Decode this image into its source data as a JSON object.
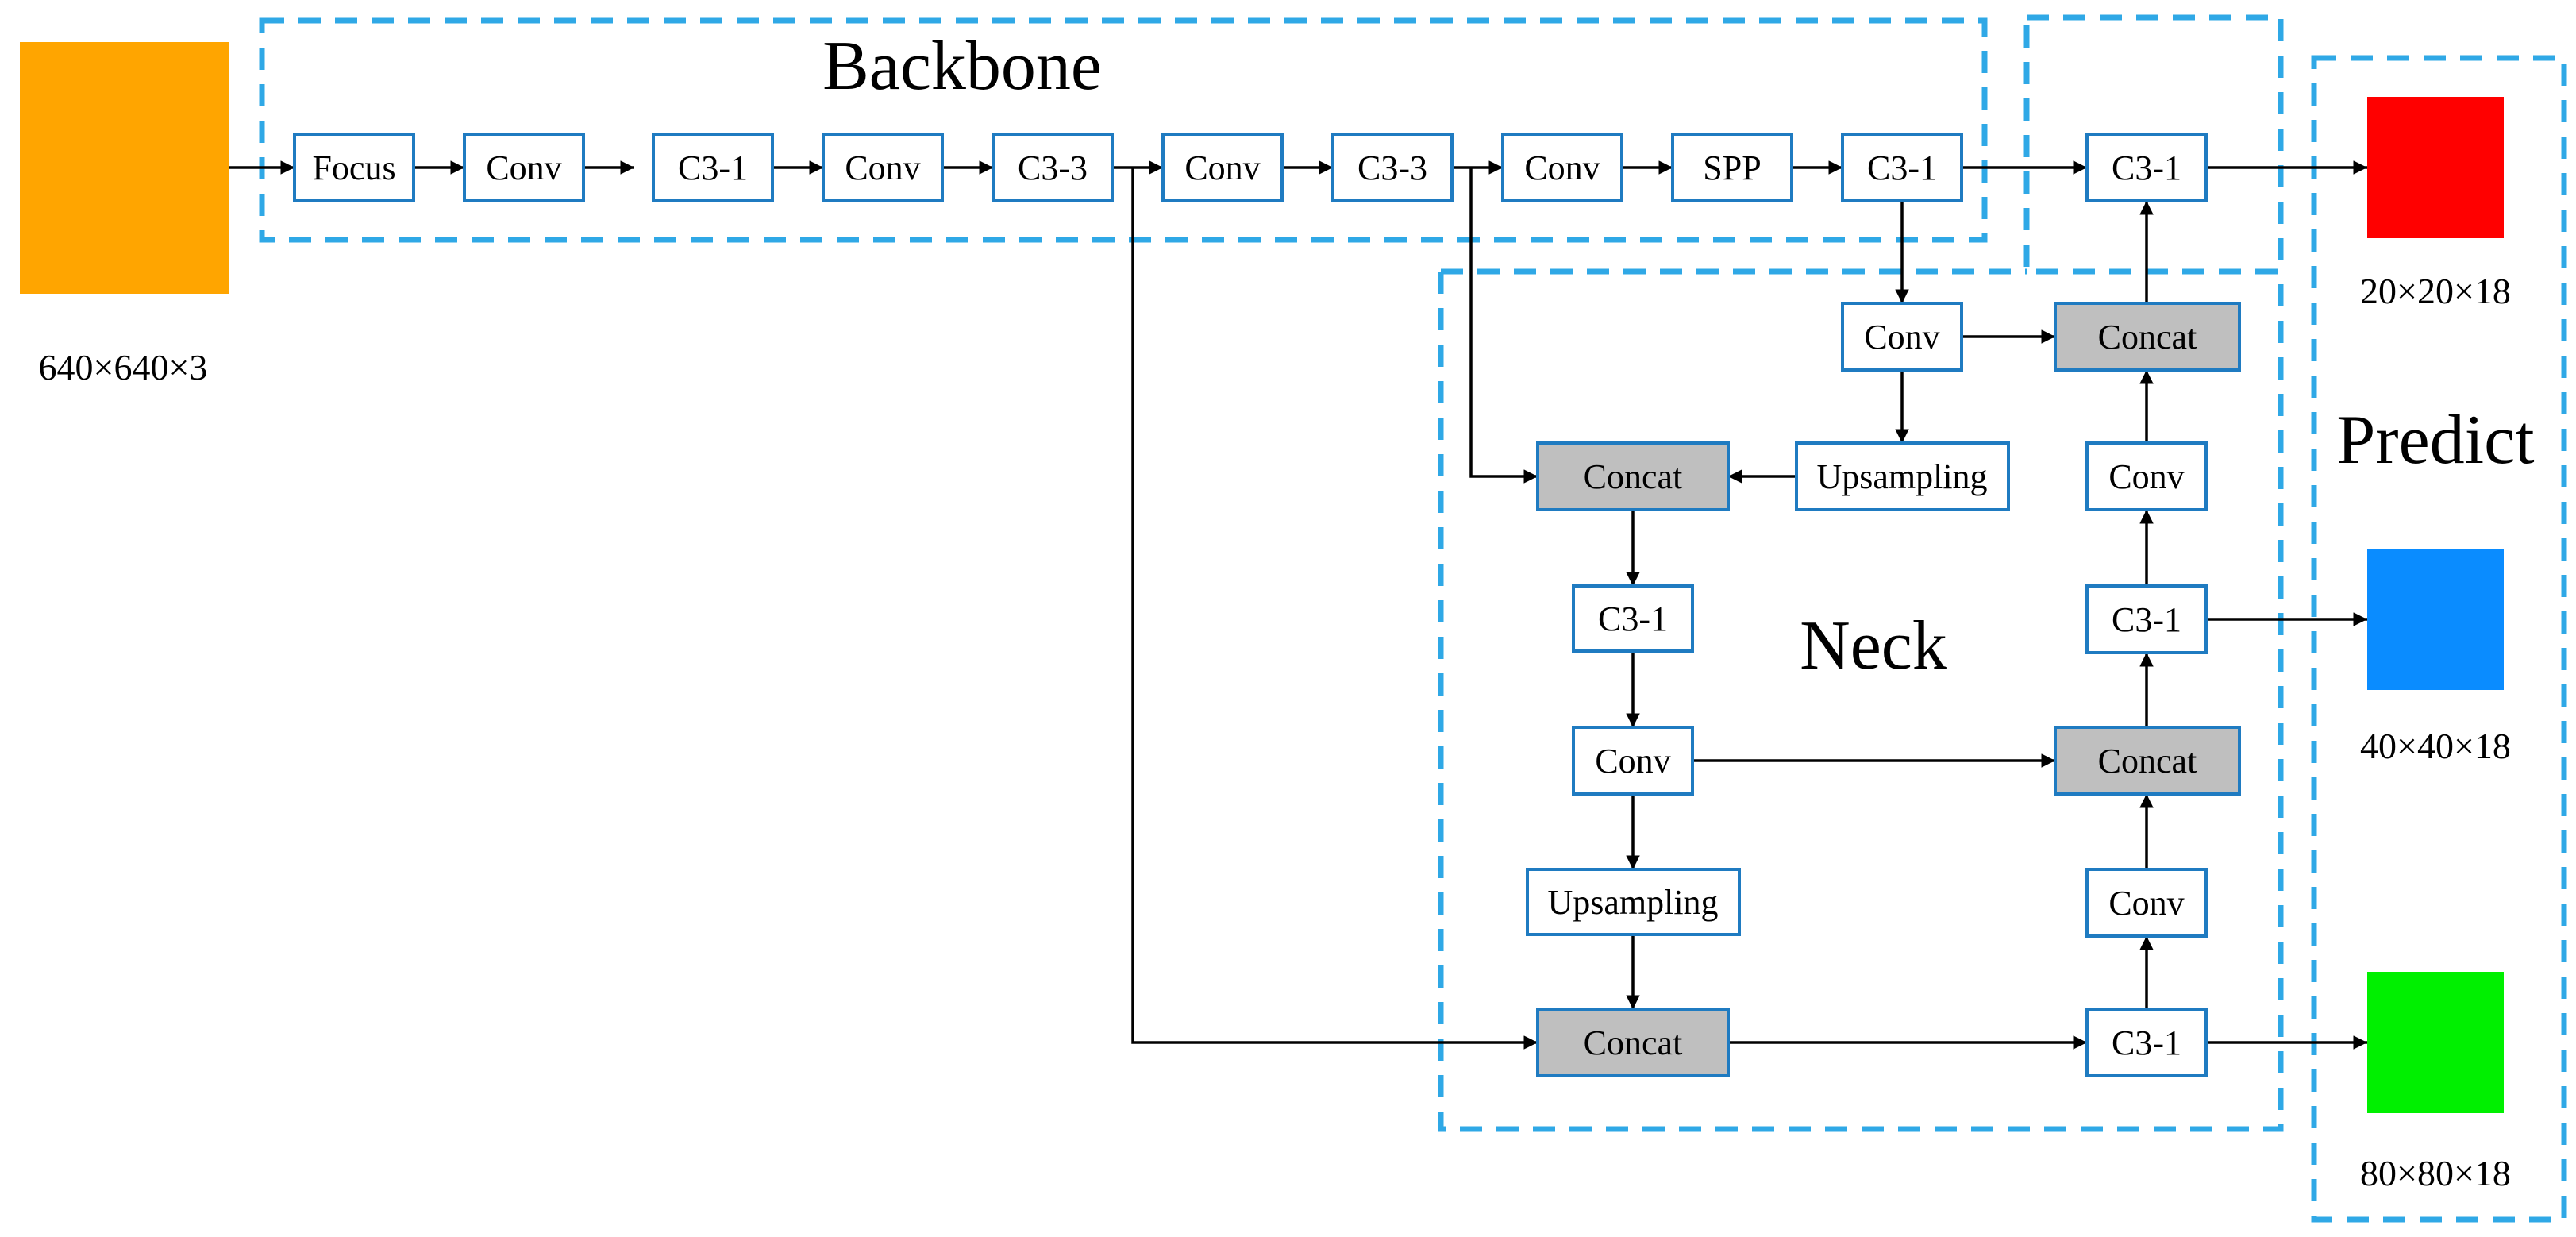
{
  "regions": {
    "backbone": "Backbone",
    "neck": "Neck",
    "predict": "Predict"
  },
  "input": {
    "dims": "640×640×3",
    "color": "#FFA500"
  },
  "outputs": [
    {
      "dims": "20×20×18",
      "color": "#FF0000"
    },
    {
      "dims": "40×40×18",
      "color": "#0A8CFF"
    },
    {
      "dims": "80×80×18",
      "color": "#00F000"
    }
  ],
  "backbone_nodes": [
    "Focus",
    "Conv",
    "C3-1",
    "Conv",
    "C3-3",
    "Conv",
    "C3-3",
    "Conv",
    "SPP",
    "C3-1"
  ],
  "neck_nodes": {
    "top_c31": "C3-1",
    "conv_a": "Conv",
    "concat_top_right": "Concat",
    "upsampling_a": "Upsampling",
    "concat_a": "Concat",
    "conv_right_a": "Conv",
    "c31_left": "C3-1",
    "c31_right_mid": "C3-1",
    "conv_left": "Conv",
    "concat_right_mid": "Concat",
    "upsampling_b": "Upsampling",
    "conv_right_b": "Conv",
    "concat_bottom": "Concat",
    "c31_bottom": "C3-1"
  }
}
